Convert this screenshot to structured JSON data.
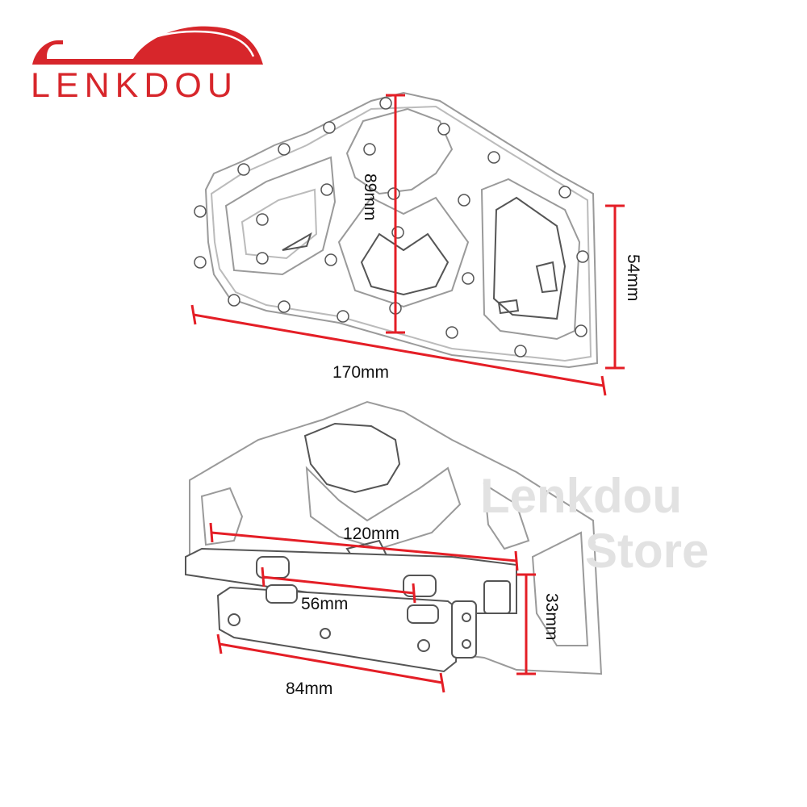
{
  "brand": {
    "logo_text": "LENKDOU",
    "logo_color": "#d7262b",
    "watermark_line1": "Lenkdou",
    "watermark_line2": "Store"
  },
  "colors": {
    "dimension_line": "#e41e26",
    "outline": "#9a9a9a",
    "outline_dark": "#555555"
  },
  "top_view": {
    "height_label": "89mm",
    "side_label": "54mm",
    "length_label": "170mm"
  },
  "bottom_view": {
    "bracket_label": "120mm",
    "pin_spacing_label": "56mm",
    "bracket_height_label": "33mm",
    "base_label": "84mm"
  }
}
